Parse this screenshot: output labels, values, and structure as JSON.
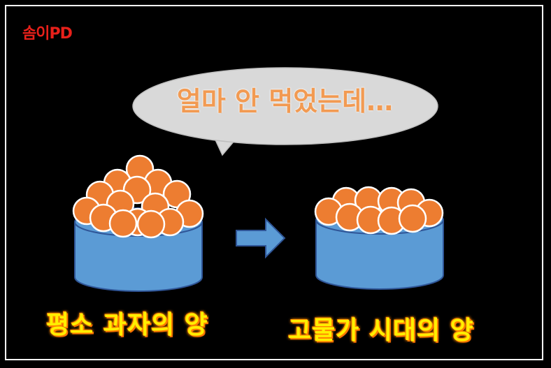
{
  "logo": {
    "text": "솜이PD",
    "color": "#e8201a"
  },
  "speech_bubble": {
    "text": "얼마 안 먹었는데…",
    "fill": "#d9d9d9",
    "text_color": "#f29a52"
  },
  "bowl_left": {
    "caption": "평소 과자의 양",
    "body_color": "#5b9bd5",
    "ball_color": "#ed7d31"
  },
  "bowl_right": {
    "caption": "고물가 시대의 양",
    "body_color": "#5b9bd5",
    "ball_color": "#ed7d31"
  },
  "arrow": {
    "icon": "right-arrow-icon",
    "color": "#5b9bd5"
  },
  "caption_color": "#ffef00"
}
